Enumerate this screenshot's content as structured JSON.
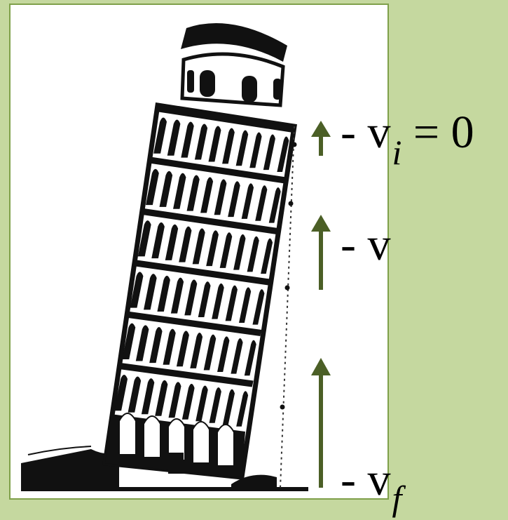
{
  "colors": {
    "background": "#c5d89f",
    "frame_border": "#7fa04a",
    "arrow": "#4b5f26",
    "tower_ink": "#111111"
  },
  "icons": {
    "tower": "leaning-tower-of-pisa-illustration",
    "arrow": "up-arrow"
  },
  "labels": {
    "initial": {
      "prefix": "- v",
      "subscript": "i",
      "suffix": " = 0"
    },
    "middle": {
      "prefix": "- v"
    },
    "final": {
      "prefix": "- v",
      "subscript": "f"
    }
  }
}
